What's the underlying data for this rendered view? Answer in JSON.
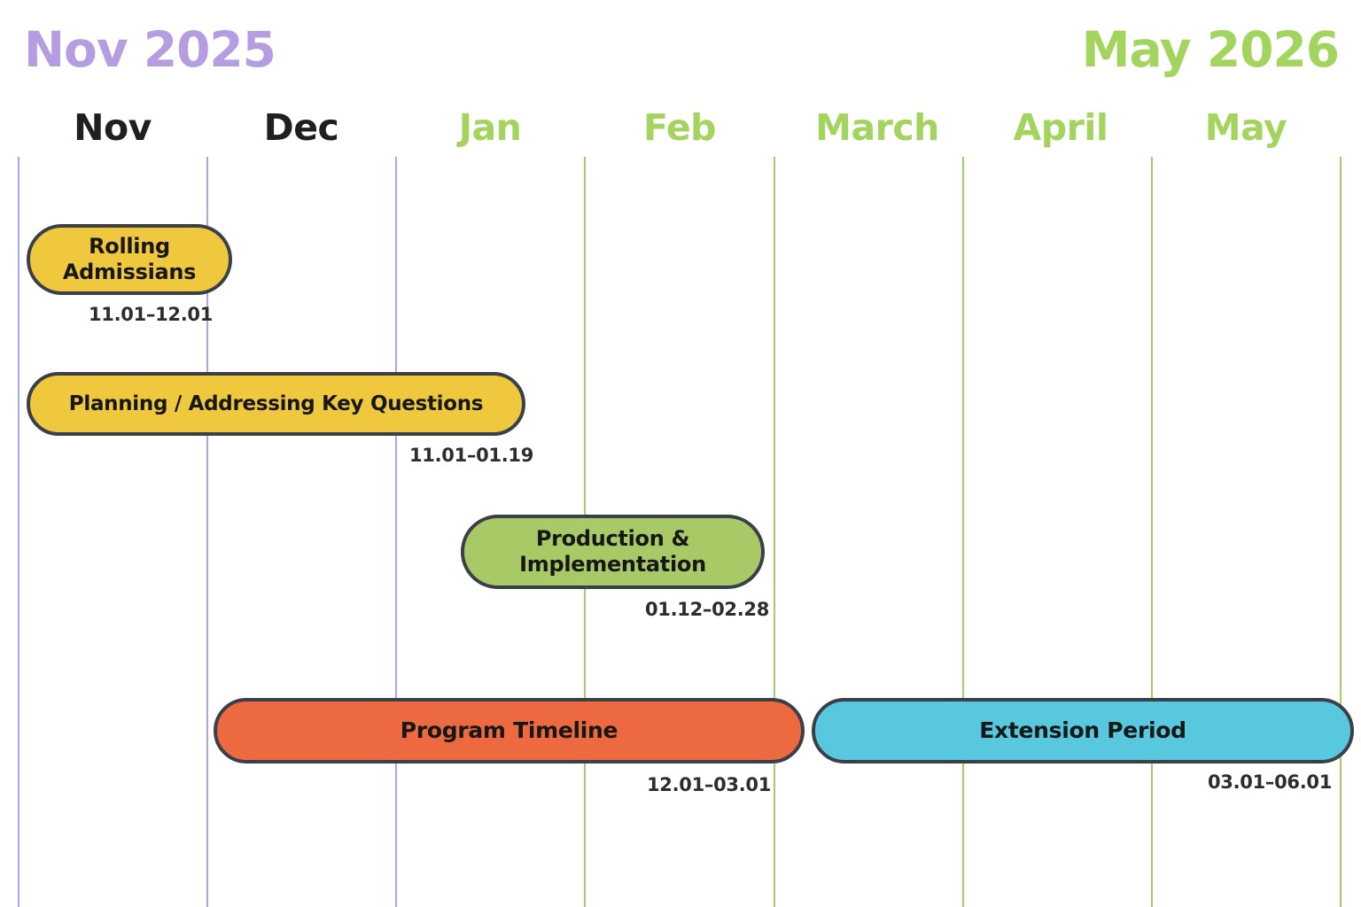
{
  "header": {
    "start_title": "Nov 2025",
    "end_title": "May 2026"
  },
  "colors": {
    "start_title": "#b49de0",
    "end_title": "#a3d55e",
    "month_dark": "#1f1f1f",
    "month_green": "#a3d55e",
    "gridline_purple": "#aaa8ed",
    "gridline_green": "#a6cd66",
    "bar_yellow": "#efc83d",
    "bar_green": "#a7ca66",
    "bar_orange": "#ed6a40",
    "bar_cyan": "#57c8dd",
    "bar_border": "#3a3f48",
    "date_text": "#2d2d2d"
  },
  "chart_data": {
    "type": "gantt",
    "title": "",
    "timeline_start": "Nov 2025",
    "timeline_end": "May 2026",
    "months": [
      "Nov",
      "Dec",
      "Jan",
      "Feb",
      "March",
      "April",
      "May"
    ],
    "grid": true,
    "legend_position": "none",
    "tasks": [
      {
        "label": "Rolling Admissians",
        "start": "11.01",
        "end": "12.01",
        "date_label": "11.01–12.01",
        "color": "#efc83d",
        "row": 0
      },
      {
        "label": "Planning / Addressing Key Questions",
        "start": "11.01",
        "end": "01.19",
        "date_label": "11.01–01.19",
        "color": "#efc83d",
        "row": 1
      },
      {
        "label": "Production & Implementation",
        "start": "01.12",
        "end": "02.28",
        "date_label": "01.12–02.28",
        "color": "#a7ca66",
        "row": 2
      },
      {
        "label": "Program Timeline",
        "start": "12.01",
        "end": "03.01",
        "date_label": "12.01–03.01",
        "color": "#ed6a40",
        "row": 3
      },
      {
        "label": "Extension Period",
        "start": "03.01",
        "end": "06.01",
        "date_label": "03.01–06.01",
        "color": "#57c8dd",
        "row": 3
      }
    ]
  }
}
